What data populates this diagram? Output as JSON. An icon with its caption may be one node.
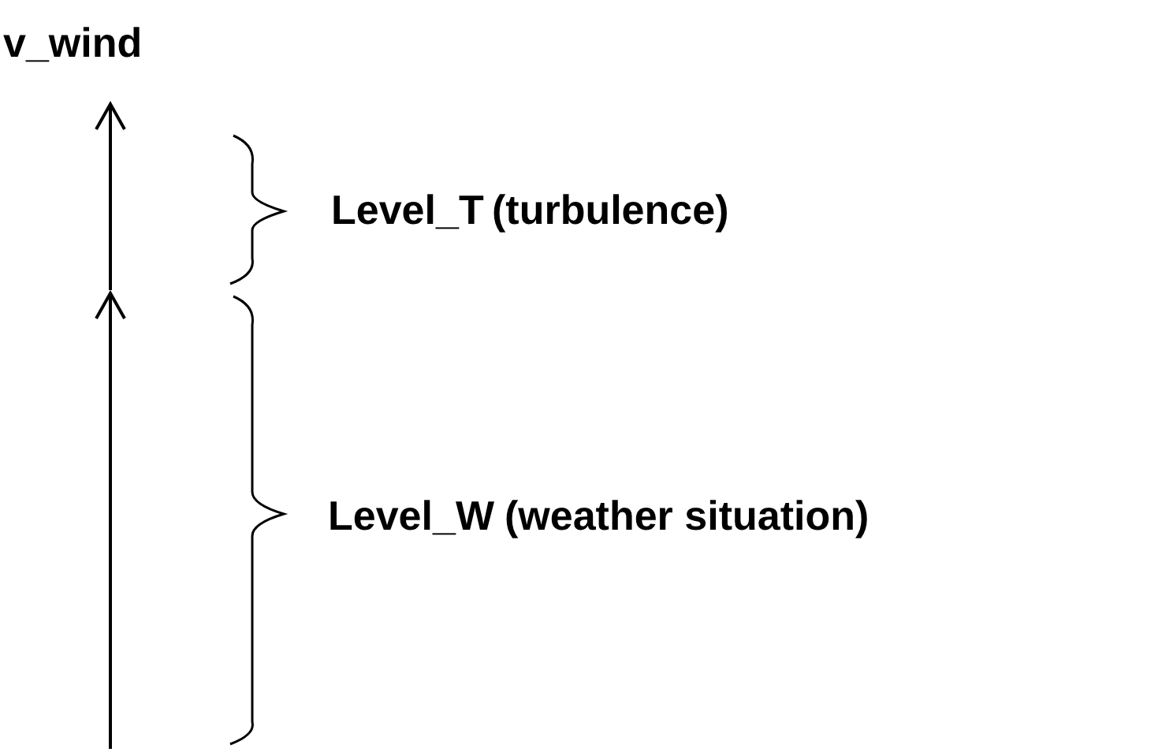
{
  "diagram": {
    "labels": [
      "v_wind",
      "Level_T",
      "(turbulence)",
      "Level_W",
      "(weather situation)"
    ]
  }
}
